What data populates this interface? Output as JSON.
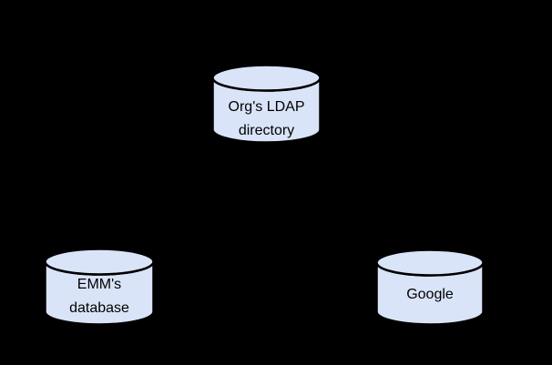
{
  "colors": {
    "background": "#000000",
    "node_fill": "#d9e4f8",
    "node_stroke": "#000000",
    "label_text": "#000000"
  },
  "diagram": {
    "description": "Three database cylinder shapes on a black background",
    "nodes": [
      {
        "id": "orgs-ldap-directory",
        "shape": "database-cylinder",
        "lines": [
          "Org's LDAP",
          "directory"
        ]
      },
      {
        "id": "emms-database",
        "shape": "database-cylinder",
        "lines": [
          "EMM's",
          "database"
        ]
      },
      {
        "id": "google",
        "shape": "database-cylinder",
        "lines": [
          "Google"
        ]
      }
    ]
  }
}
